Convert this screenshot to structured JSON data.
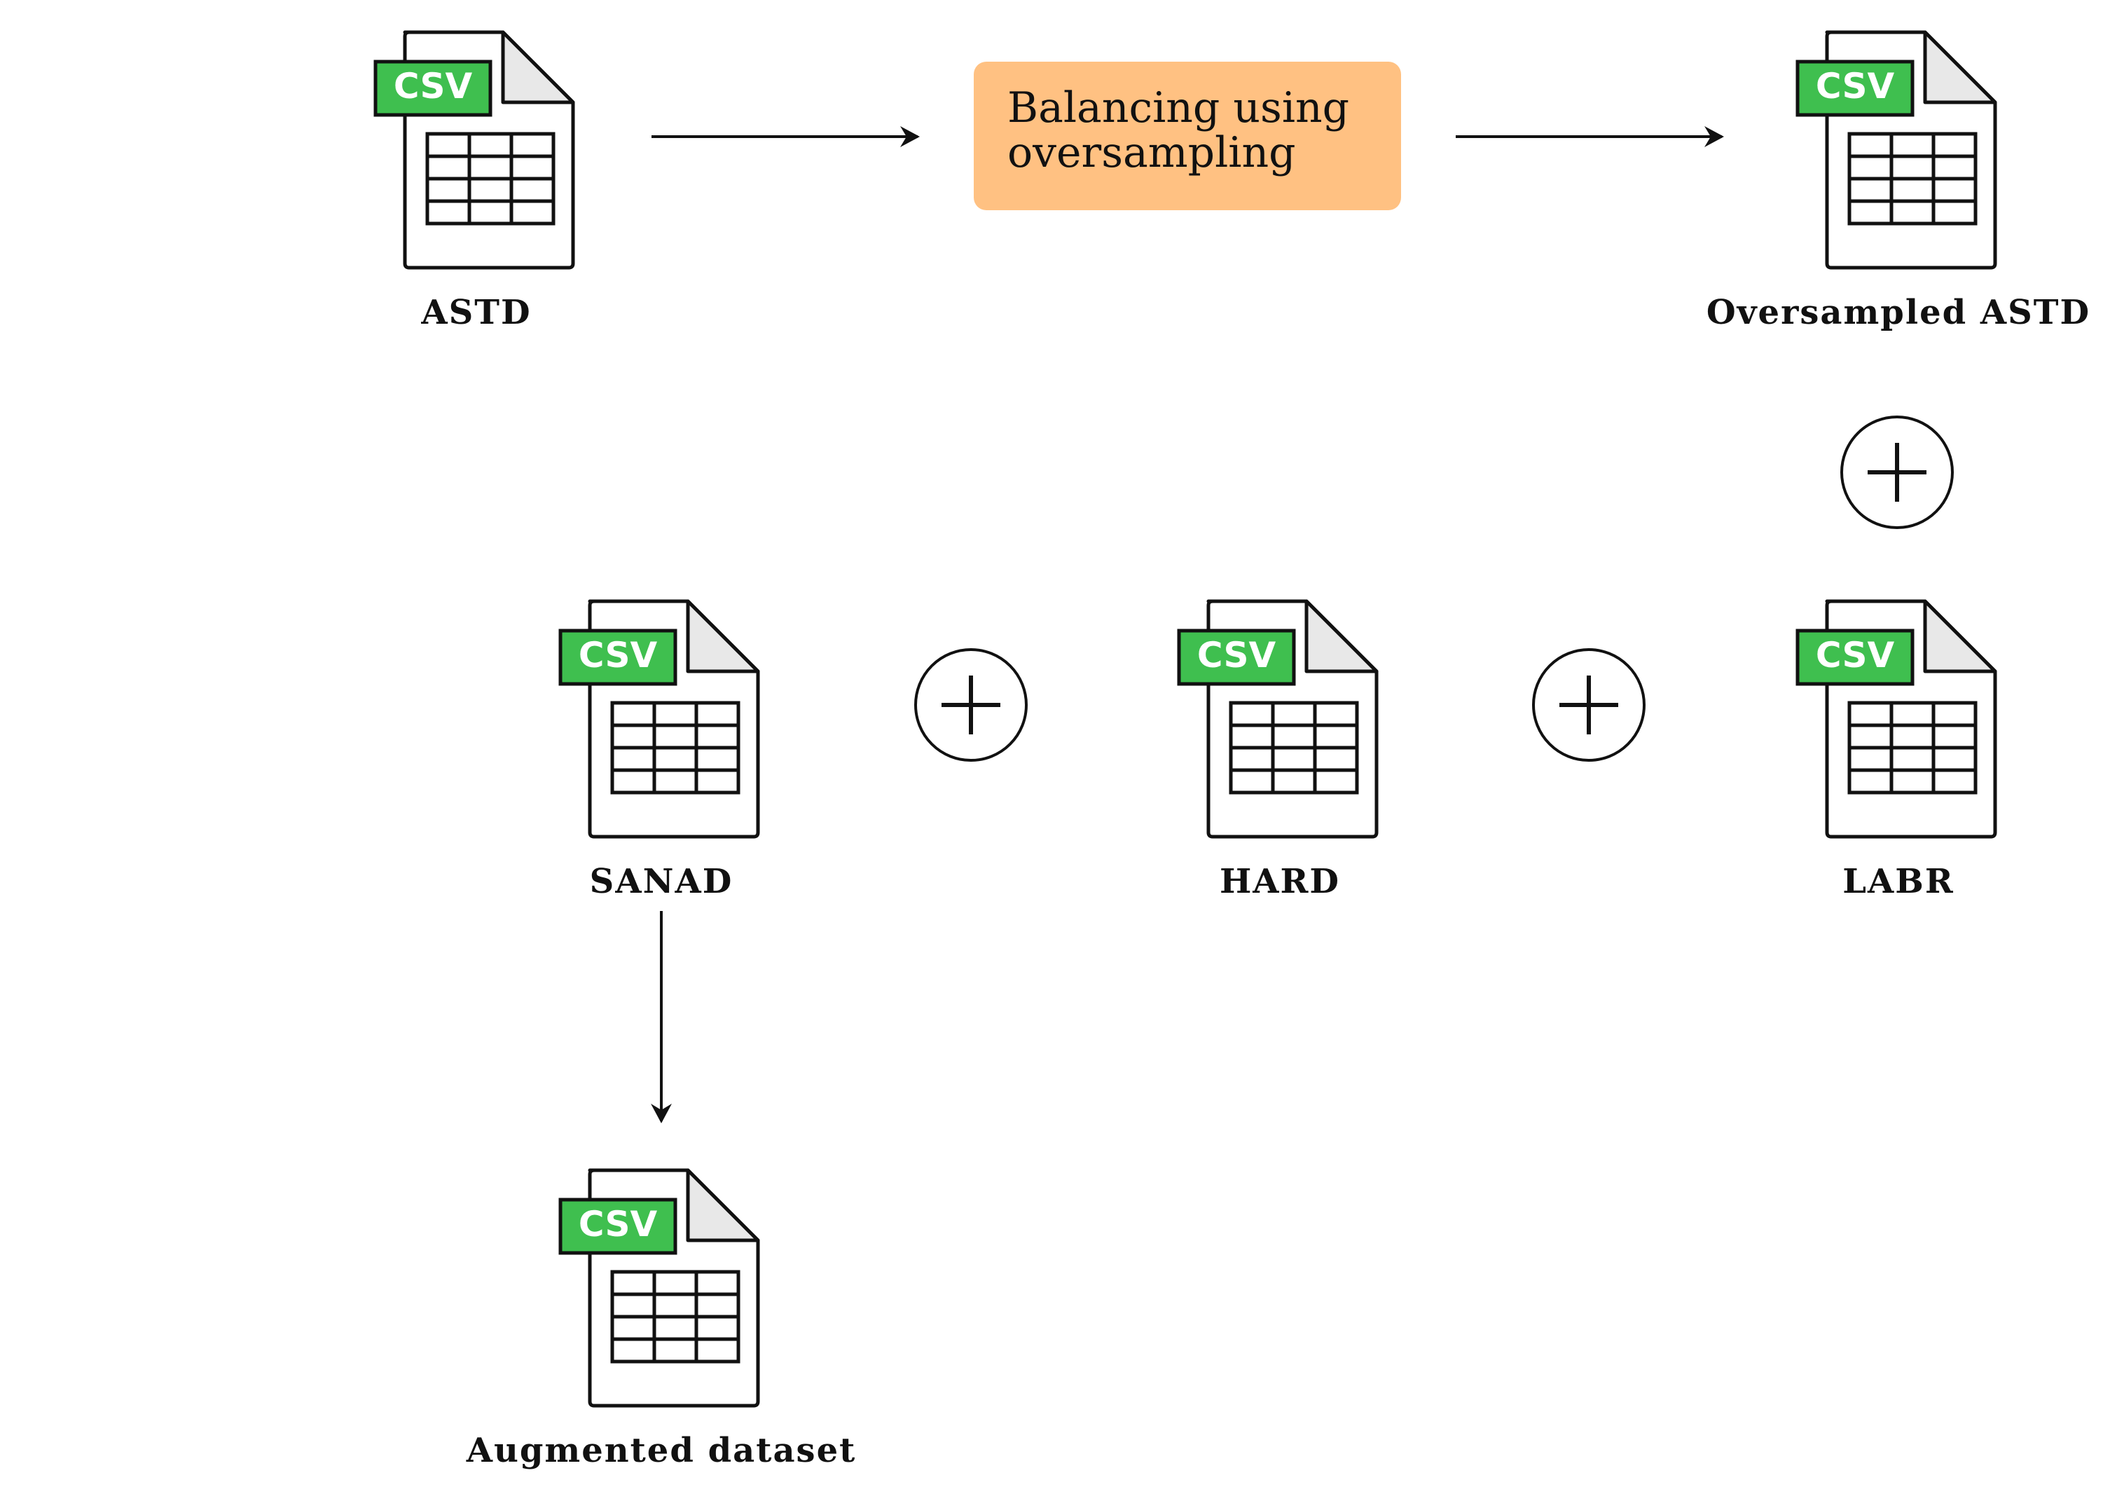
{
  "diagram": {
    "process": {
      "line1": "Balancing using",
      "line2": "oversampling"
    },
    "files": {
      "astd": {
        "badge": "CSV",
        "label": "ASTD"
      },
      "oversampled": {
        "badge": "CSV",
        "label": "Oversampled ASTD"
      },
      "sanad": {
        "badge": "CSV",
        "label": "SANAD"
      },
      "hard": {
        "badge": "CSV",
        "label": "HARD"
      },
      "labr": {
        "badge": "CSV",
        "label": "LABR"
      },
      "augmented": {
        "badge": "CSV",
        "label": "Augmented dataset"
      }
    },
    "colors": {
      "badge": "#3fbf4f",
      "process": "#ffc182",
      "folded_corner": "#e8e8e8",
      "stroke": "#111111"
    }
  }
}
